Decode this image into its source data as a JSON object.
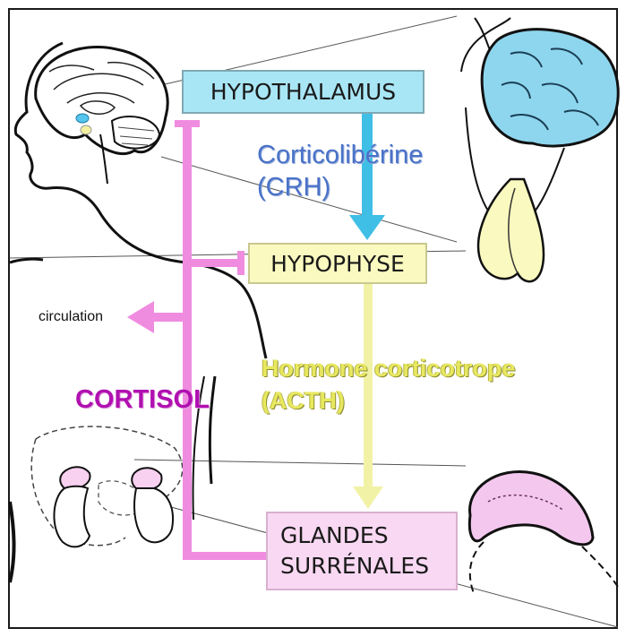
{
  "boxes": {
    "hypothalamus": "HYPOTHALAMUS",
    "hypophyse": "HYPOPHYSE",
    "glandes_line1": "GLANDES",
    "glandes_line2": "SURRÉNALES"
  },
  "hormones": {
    "crh_line1": "Corticolibérine",
    "crh_line2": "(CRH)",
    "acth_line1": "Hormone corticotrope",
    "acth_line2": "(ACTH)",
    "cortisol": "CORTISOL"
  },
  "labels": {
    "circulation": "circulation"
  },
  "colors": {
    "hypothalamus_fill": "#a9e6f5",
    "hypophyse_fill": "#fafac0",
    "glandes_fill": "#f8d8f2",
    "crh_arrow": "#3fbfe6",
    "acth_arrow": "#f2f2a6",
    "cortisol_feedback": "#f08ce0",
    "crh_text": "#4a72c8",
    "acth_text": "#e8e860",
    "cortisol_text": "#b010b0"
  },
  "icons": [
    "brain-illustration",
    "pituitary-illustration",
    "adrenal-kidneys-illustration",
    "adrenal-gland-illustration",
    "human-silhouette"
  ]
}
